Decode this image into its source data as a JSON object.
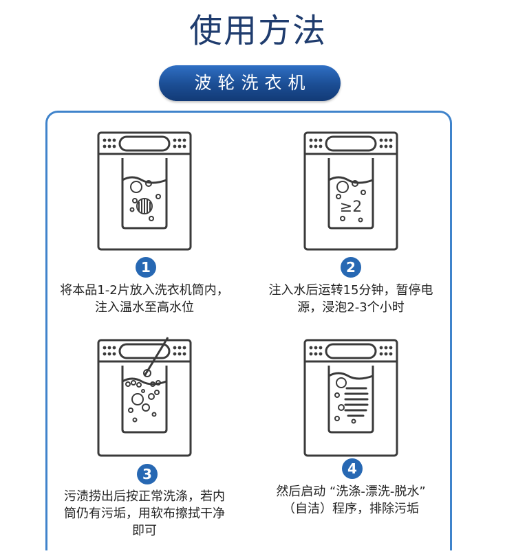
{
  "page_title": "使用方法",
  "section_label": "波轮洗衣机",
  "steps": [
    {
      "number": "1",
      "text": "将本品1-2片放入洗衣机筒内，\n注入温水至高水位"
    },
    {
      "number": "2",
      "text": "注入水后运转15分钟，暂停电\n源，浸泡2-3个小时"
    },
    {
      "number": "3",
      "text": "污渍捞出后按正常洗涤，若内\n筒仍有污垢，用软布擦拭干净\n即可"
    },
    {
      "number": "4",
      "text": "然后启动 “洗涤-漂洗-脱水”\n（自洁）程序，排除污垢"
    }
  ],
  "illustration_2_marking": "≥2",
  "colors": {
    "title": "#1f3c6e",
    "accent": "#2768b3",
    "frame": "#3f83cb",
    "line_art": "#3a3a3a"
  }
}
